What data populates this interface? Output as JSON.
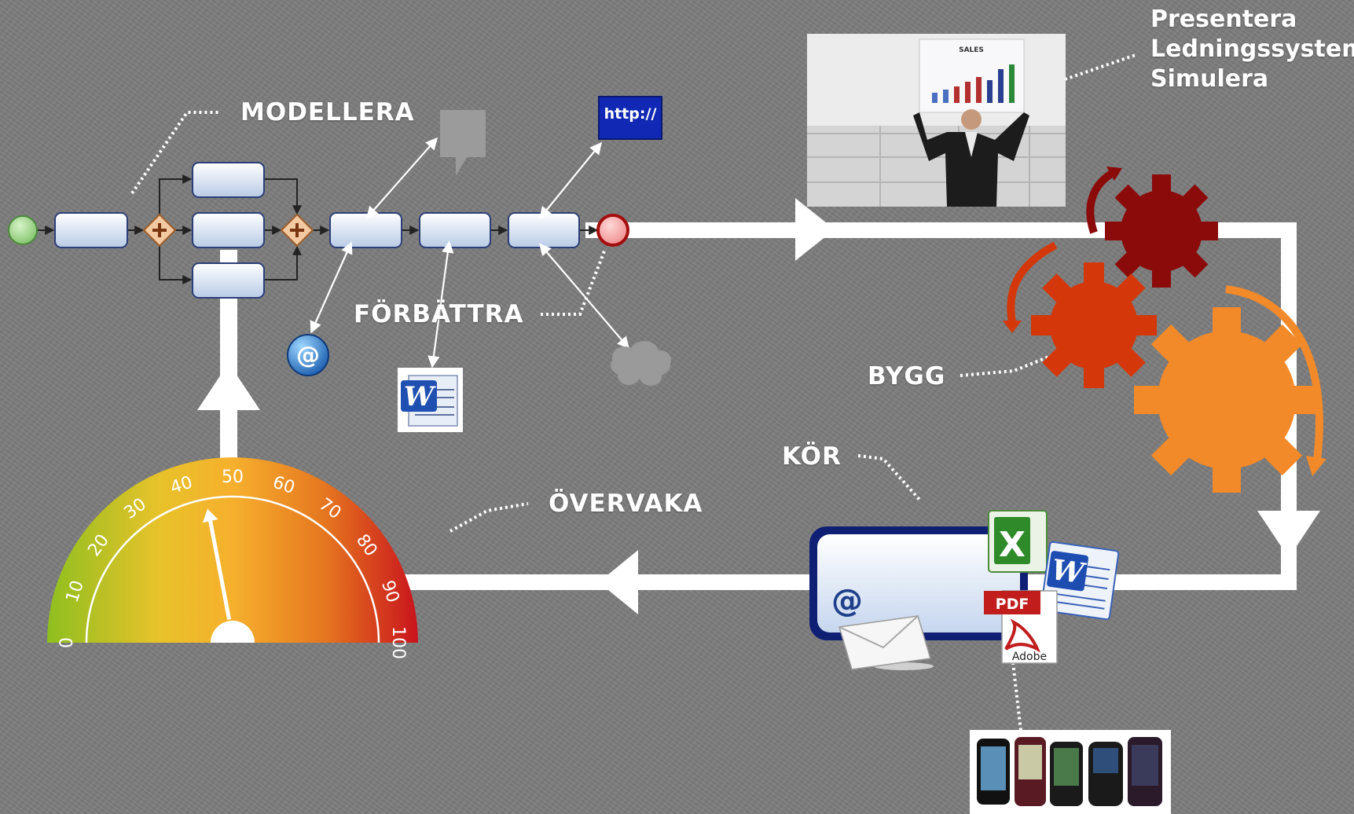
{
  "labels": {
    "modellera": "MODELLERA",
    "forbattra": "FÖRBÄTTRA",
    "bygg": "BYGG",
    "kor": "KÖR",
    "overvaka": "ÖVERVAKA"
  },
  "presentera": {
    "lines": [
      "Presentera",
      "Ledningssystem",
      "Simulera"
    ]
  },
  "icons": {
    "http": "http://",
    "at": "@",
    "word": "W",
    "excel": "X",
    "pdf": "PDF",
    "adobe": "Adobe",
    "sales": "SALES"
  },
  "gauge": {
    "ticks": [
      "0",
      "10",
      "20",
      "30",
      "40",
      "50",
      "60",
      "70",
      "80",
      "90",
      "100"
    ],
    "value": 43
  },
  "colors": {
    "background": "#7d7d7d",
    "gear_dark": "#8b0a0a",
    "gear_mid": "#d4380a",
    "gear_light": "#f28a2a"
  }
}
